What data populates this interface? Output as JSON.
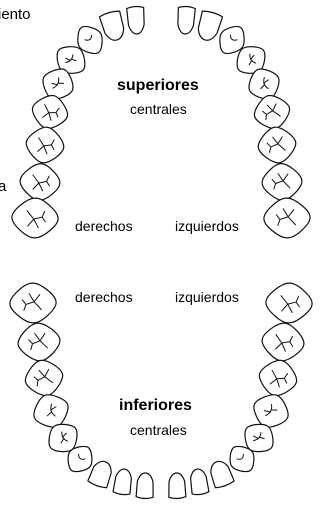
{
  "labels": {
    "cut_top": "iento",
    "cut_mid": "a",
    "upper_title": "superiores",
    "upper_centrales": "centrales",
    "upper_right": "derechos",
    "upper_left": "izquierdos",
    "lower_right": "derechos",
    "lower_left": "izquierdos",
    "lower_title": "inferiores",
    "lower_centrales": "centrales"
  }
}
